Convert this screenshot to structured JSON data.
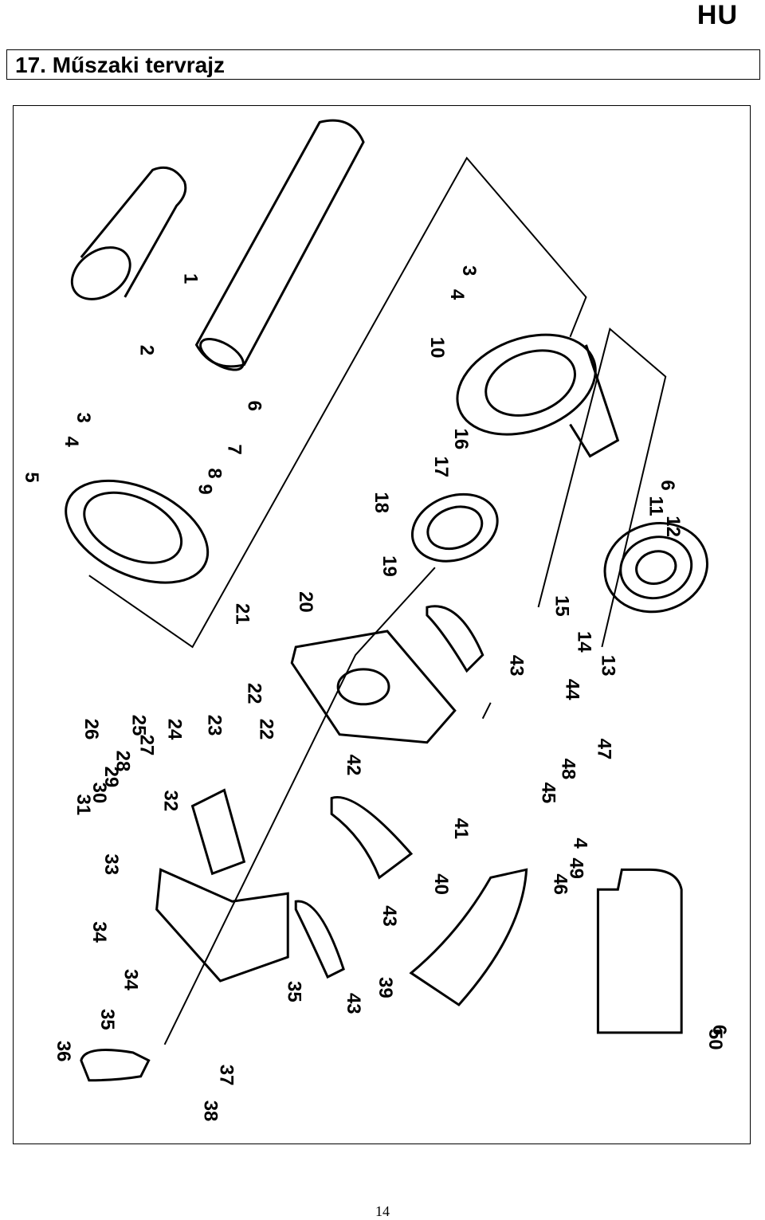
{
  "header": {
    "language": "HU",
    "section_title": "17.  Műszaki tervrajz"
  },
  "drawing": {
    "callouts": [
      "1",
      "2",
      "3",
      "4",
      "5",
      "6",
      "7",
      "8",
      "9",
      "10",
      "3",
      "4",
      "16",
      "17",
      "18",
      "19",
      "6",
      "11",
      "12",
      "15",
      "14",
      "13",
      "20",
      "21",
      "22",
      "22",
      "23",
      "24",
      "25",
      "26",
      "27",
      "28",
      "29",
      "30",
      "31",
      "32",
      "33",
      "34",
      "34",
      "35",
      "36",
      "37",
      "38",
      "35",
      "39",
      "40",
      "41",
      "42",
      "43",
      "43",
      "43",
      "44",
      "45",
      "46",
      "47",
      "48",
      "49",
      "4",
      "6",
      "50"
    ]
  },
  "footer": {
    "page_number": "14"
  }
}
